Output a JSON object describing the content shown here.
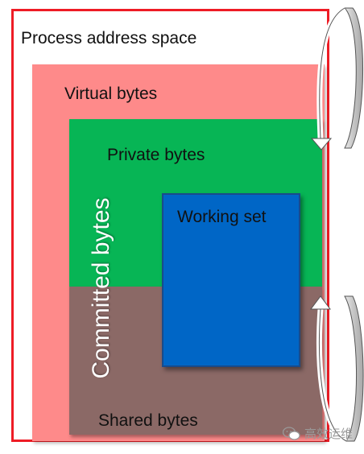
{
  "labels": {
    "process_address_space": "Process address space",
    "virtual_bytes": "Virtual bytes",
    "private_bytes": "Private bytes",
    "committed_bytes": "Committed bytes",
    "working_set": "Working set",
    "shared_bytes": "Shared bytes"
  },
  "watermark": {
    "text": "高效运维",
    "icon": "wechat-icon"
  },
  "colors": {
    "process_border": "#ee1c25",
    "virtual": "#fe8a8a",
    "private": "#07b555",
    "shared": "#8b6966",
    "working_set": "#0066c6",
    "arrow": "#c8c8c8"
  }
}
